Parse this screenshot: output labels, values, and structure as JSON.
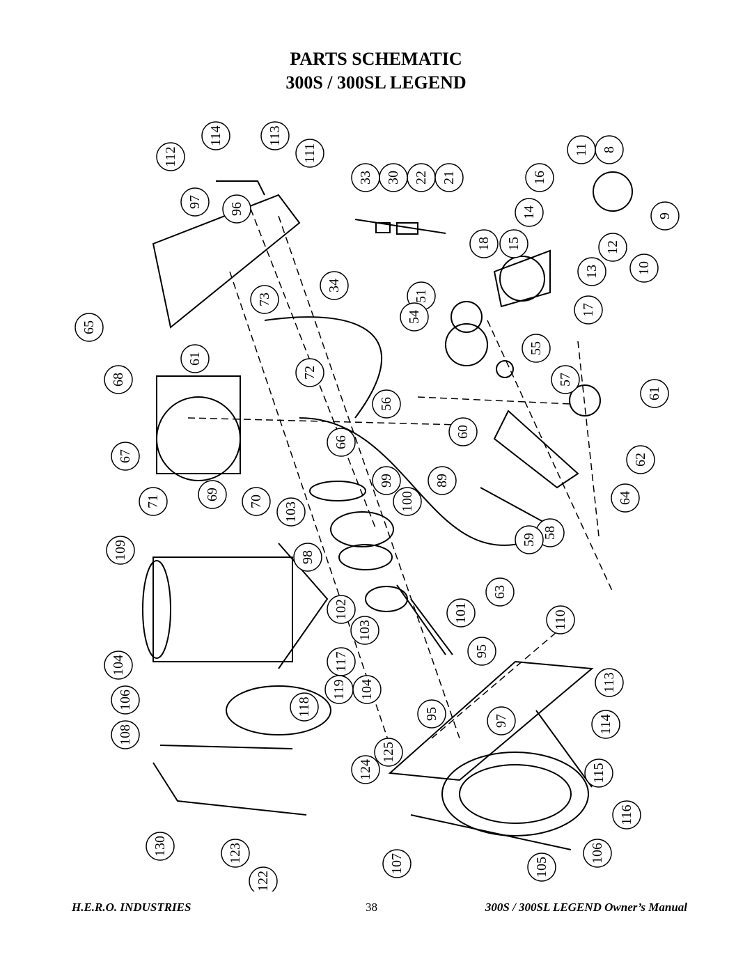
{
  "header": {
    "title_line1": "PARTS SCHEMATIC",
    "title_line2": "300S / 300SL LEGEND"
  },
  "callouts": [
    "65",
    "68",
    "67",
    "71",
    "69",
    "70",
    "61",
    "72",
    "73",
    "112",
    "114",
    "113",
    "111",
    "97",
    "96",
    "33",
    "30",
    "22",
    "21",
    "34",
    "18",
    "15",
    "14",
    "16",
    "11",
    "8",
    "9",
    "10",
    "12",
    "13",
    "17",
    "51",
    "54",
    "55",
    "56",
    "57",
    "61",
    "60",
    "62",
    "64",
    "66",
    "99",
    "100",
    "103",
    "98",
    "89",
    "58",
    "59",
    "63",
    "109",
    "104",
    "106",
    "108",
    "117",
    "119",
    "118",
    "102",
    "103",
    "101",
    "110",
    "104",
    "95",
    "95",
    "97",
    "113",
    "114",
    "115",
    "116",
    "125",
    "124",
    "130",
    "123",
    "122",
    "107",
    "105",
    "106"
  ],
  "footer": {
    "left": "H.E.R.O. INDUSTRIES",
    "page": "38",
    "right": "300S / 300SL LEGEND Owner’s Manual"
  }
}
